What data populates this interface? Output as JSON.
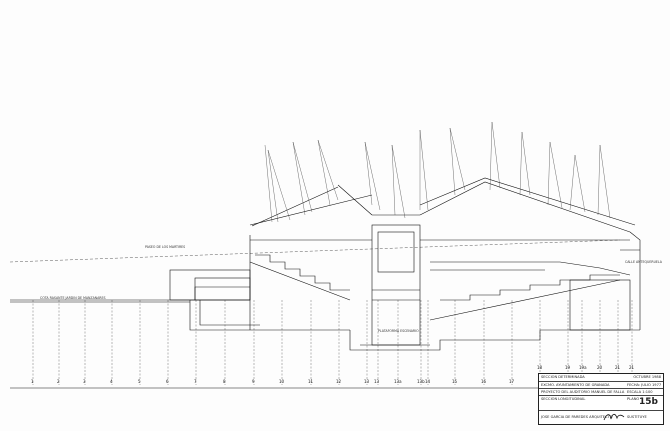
{
  "drawing": {
    "annotations": {
      "paseo": "PASEO DE LOS MARTIRES",
      "calle": "CALLE ANTEQUERUELA",
      "nivel_jardin": "COTA RASANTE JARDIN DE MANZANARES",
      "plataforma": "PLATAFORMA ESCENARIO"
    },
    "axis_labels": [
      "1",
      "2",
      "3",
      "4",
      "5",
      "6",
      "7",
      "8",
      "9",
      "10",
      "11",
      "12",
      "13",
      "13",
      "13a",
      "13b",
      "14",
      "15",
      "16",
      "17",
      "18",
      "19",
      "19a",
      "20",
      "21",
      "21"
    ]
  },
  "title_block": {
    "section": "SECCION DETERMINADA",
    "date": "OCTUBRE 1988",
    "client": "EXCMO. AYUNTAMIENTO DE GRANADA",
    "fecha": "FECHA: JULIO 1977",
    "project": "PROYECTO DEL AUDITORIO MANUEL DE FALLA",
    "escala": "ESCALA 1:100",
    "view": "SECCION LONGITUDINAL",
    "plano_label": "PLANO",
    "sheet_number": "15b",
    "architect": "JOSE GARCIA DE PAREDES  ARQUITECTO",
    "sustituye": "SUSTITUYE"
  }
}
